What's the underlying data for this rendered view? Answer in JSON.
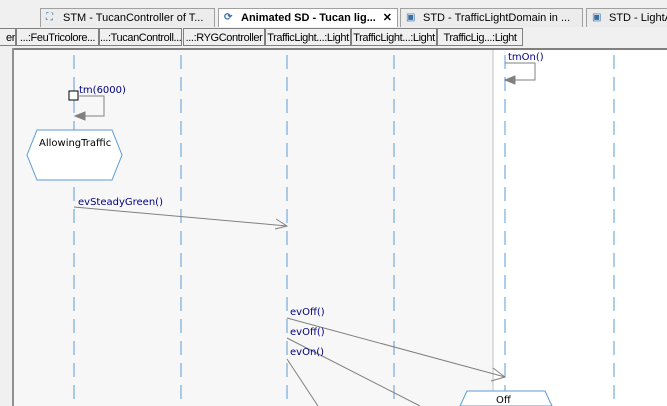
{
  "tabs": [
    {
      "label": "STM - TucanController of T...",
      "icon": "statechart-icon",
      "active": false
    },
    {
      "label": "Animated SD - Tucan lig...",
      "icon": "animated-sequence-icon",
      "active": true,
      "close": "✕"
    },
    {
      "label": "STD - TrafficLightDomain in ...",
      "icon": "diagram-icon",
      "active": false
    },
    {
      "label": "STD - LightA",
      "icon": "diagram-icon",
      "active": false
    }
  ],
  "lifelines": [
    "er",
    "...:FeuTricolore...",
    "...:TucanControll...",
    "...:RYGController",
    "TrafficLight...:Light",
    "TrafficLight...:Light",
    "TrafficLig...:Light"
  ],
  "messages": {
    "tmOn": "tmOn()",
    "tm": "tm(6000)",
    "evSteadyGreen": "evSteadyGreen()",
    "evOff1": "evOff()",
    "evOff2": "evOff()",
    "evOn": "evOn()"
  },
  "states": {
    "allowing": "AllowingTraffic",
    "off": "Off"
  },
  "colors": {
    "lifeline": "#5b9bd5",
    "message_text": "#000080",
    "canvas": "#f7f7f7"
  }
}
